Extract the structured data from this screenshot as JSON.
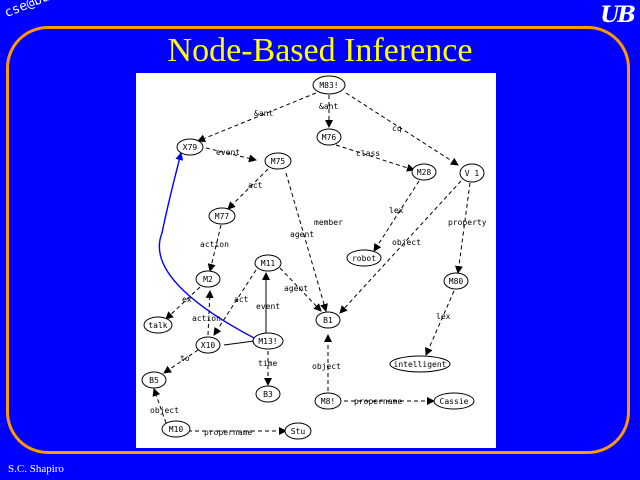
{
  "header": {
    "left_text": "cse@buffalo",
    "logo_text": "UB"
  },
  "slide": {
    "title": "Node-Based Inference",
    "author": "S.C. Shapiro"
  },
  "colors": {
    "background": "#0000ff",
    "frame": "#ff9900",
    "title": "#ffff00",
    "highlight_edge": "#0000ff"
  },
  "nodes": [
    {
      "id": "M83",
      "label": "M83!"
    },
    {
      "id": "X79",
      "label": "X79"
    },
    {
      "id": "M76",
      "label": "M76"
    },
    {
      "id": "M75",
      "label": "M75"
    },
    {
      "id": "M28",
      "label": "M28"
    },
    {
      "id": "V1",
      "label": "V 1"
    },
    {
      "id": "M77",
      "label": "M77"
    },
    {
      "id": "robot",
      "label": "robot"
    },
    {
      "id": "M11",
      "label": "M11"
    },
    {
      "id": "M2",
      "label": "M2"
    },
    {
      "id": "M80",
      "label": "M80"
    },
    {
      "id": "talk",
      "label": "talk"
    },
    {
      "id": "B1",
      "label": "B1"
    },
    {
      "id": "X10",
      "label": "X10"
    },
    {
      "id": "M13",
      "label": "M13!"
    },
    {
      "id": "intelligent",
      "label": "intelligent"
    },
    {
      "id": "B5",
      "label": "B5"
    },
    {
      "id": "B3",
      "label": "B3"
    },
    {
      "id": "M8",
      "label": "M8!"
    },
    {
      "id": "Cassie",
      "label": "Cassie"
    },
    {
      "id": "M10",
      "label": "M10"
    },
    {
      "id": "Stu",
      "label": "Stu"
    }
  ],
  "edges": [
    {
      "label": "&ant"
    },
    {
      "label": "&ant"
    },
    {
      "label": "cq"
    },
    {
      "label": "event"
    },
    {
      "label": "class"
    },
    {
      "label": "act"
    },
    {
      "label": "lex"
    },
    {
      "label": "property"
    },
    {
      "label": "agent"
    },
    {
      "label": "member"
    },
    {
      "label": "object"
    },
    {
      "label": "action"
    },
    {
      "label": "agent"
    },
    {
      "label": "event"
    },
    {
      "label": "lex"
    },
    {
      "label": "act"
    },
    {
      "label": "ex"
    },
    {
      "label": "action"
    },
    {
      "label": "to"
    },
    {
      "label": "time"
    },
    {
      "label": "object"
    },
    {
      "label": "object"
    },
    {
      "label": "propername"
    },
    {
      "label": "propername"
    }
  ]
}
